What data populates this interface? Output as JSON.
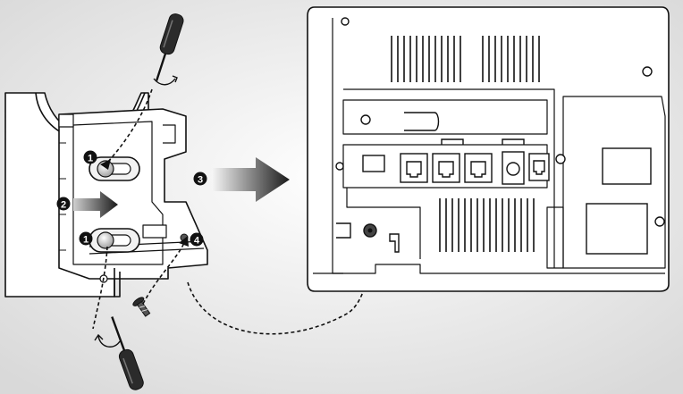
{
  "steps": {
    "loosen_screws": "1",
    "slide_bracket": "2",
    "attach_to_phone": "3",
    "secure_screw": "4"
  },
  "colors": {
    "background": "#e8e8e8",
    "line": "#111111",
    "part_fill": "#ffffff",
    "slot_fill": "#f2f2f2",
    "screwdriver_handle": "#2b2b2b",
    "arrow_gradient_light": "#f4f4f4",
    "arrow_gradient_dark": "#1a1a1a"
  },
  "icons": [
    "screwdriver-icon",
    "screw-icon",
    "rotation-arrow-icon",
    "step-badge-icon",
    "direction-arrow-icon"
  ]
}
